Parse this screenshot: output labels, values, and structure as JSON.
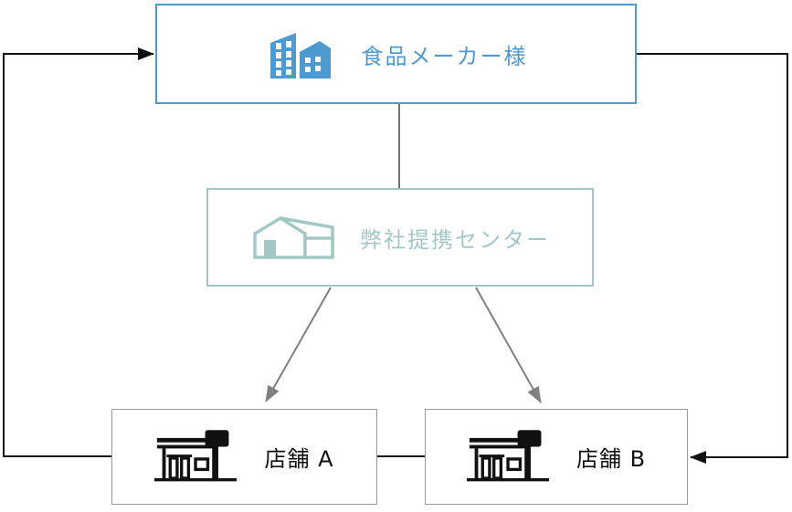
{
  "colors": {
    "blue": "#4d9ad2",
    "teal": "#a2c8c5",
    "black": "#111111",
    "gray_line": "#737373",
    "gray_arrow": "#808080",
    "store_border": "#999999",
    "background": "#ffffff"
  },
  "nodes": {
    "maker": {
      "label": "食品メーカー様",
      "icon": "office-buildings-icon",
      "accent": "#4d9ad2"
    },
    "center": {
      "label": "弊社提携センター",
      "icon": "warehouse-icon",
      "accent": "#a2c8c5"
    },
    "store_a": {
      "label": "店舗 A",
      "icon": "storefront-icon",
      "accent": "#111111"
    },
    "store_b": {
      "label": "店舗 B",
      "icon": "storefront-icon",
      "accent": "#111111"
    }
  },
  "edges": [
    {
      "from": "store_a",
      "to": "maker",
      "arrow": true,
      "color": "black",
      "route": "left-loop"
    },
    {
      "from": "maker",
      "to": "center",
      "arrow": false,
      "color": "gray",
      "route": "straight-vertical"
    },
    {
      "from": "center",
      "to": "store_a",
      "arrow": true,
      "color": "gray",
      "route": "diagonal"
    },
    {
      "from": "center",
      "to": "store_b",
      "arrow": true,
      "color": "gray",
      "route": "diagonal"
    },
    {
      "from": "maker",
      "to": "store_b",
      "arrow": true,
      "color": "black",
      "route": "right-loop"
    },
    {
      "from": "store_a",
      "to": "store_b",
      "arrow": false,
      "color": "black",
      "route": "straight-horizontal"
    }
  ]
}
